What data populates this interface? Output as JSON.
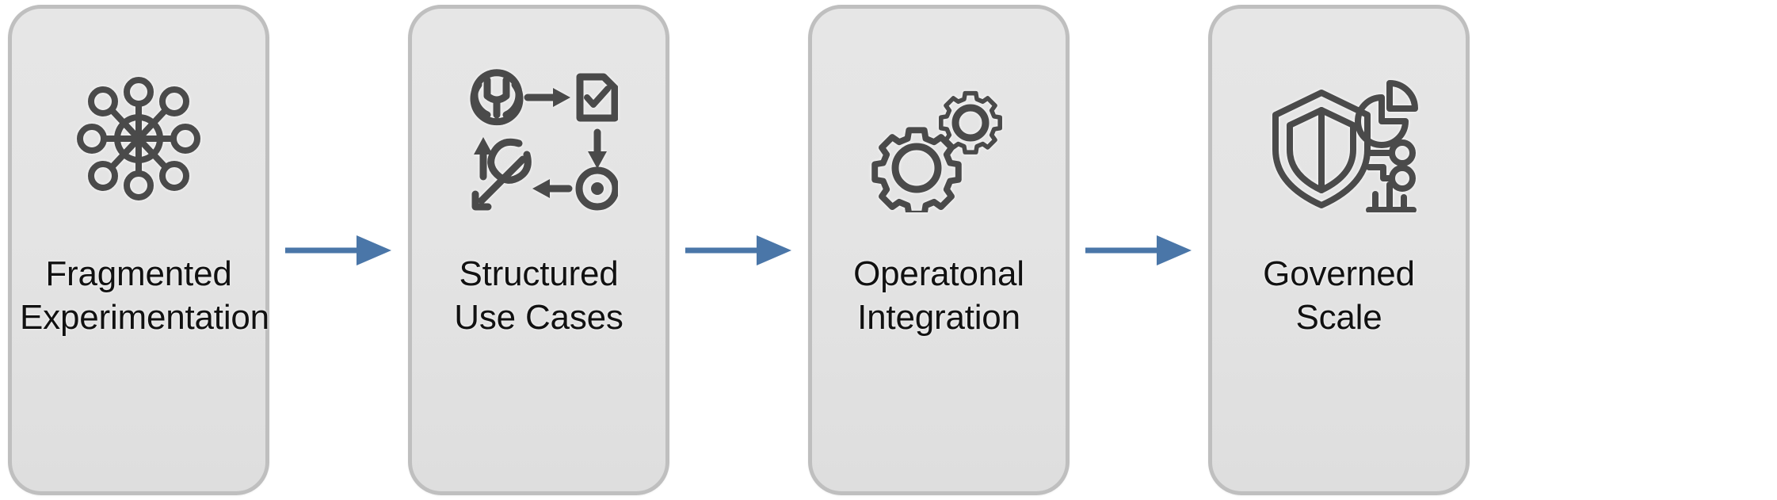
{
  "diagram": {
    "type": "process-flow",
    "orientation": "left-to-right",
    "background_color": "#ffffff",
    "card_fill_color": "#e4e4e4",
    "card_border_color": "#bfbfbf",
    "icon_stroke_color": "#4a4a4a",
    "label_color": "#111111",
    "arrow_color": "#4a76a8",
    "stage_count": 4
  },
  "stages": [
    {
      "index": 1,
      "icon": "network-hub-nodes-icon",
      "label_line1": "Fragmented",
      "label_line2": "Experimentation"
    },
    {
      "index": 2,
      "icon": "wrench-process-cycle-icon",
      "label_line1": "Structured",
      "label_line2": "Use Cases"
    },
    {
      "index": 3,
      "icon": "two-gears-icon",
      "label_line1": "Operatonal",
      "label_line2": "Integration"
    },
    {
      "index": 4,
      "icon": "shield-analytics-icon",
      "label_line1": "Governed",
      "label_line2": "Scale"
    }
  ],
  "connectors": [
    {
      "index": 1,
      "from": "Fragmented Experimentation",
      "to": "Structured Use Cases",
      "glyph": "arrow-right-icon"
    },
    {
      "index": 2,
      "from": "Structured Use Cases",
      "to": "Operatonal Integration",
      "glyph": "arrow-right-icon"
    },
    {
      "index": 3,
      "from": "Operatonal Integration",
      "to": "Governed Scale",
      "glyph": "arrow-right-icon"
    }
  ]
}
